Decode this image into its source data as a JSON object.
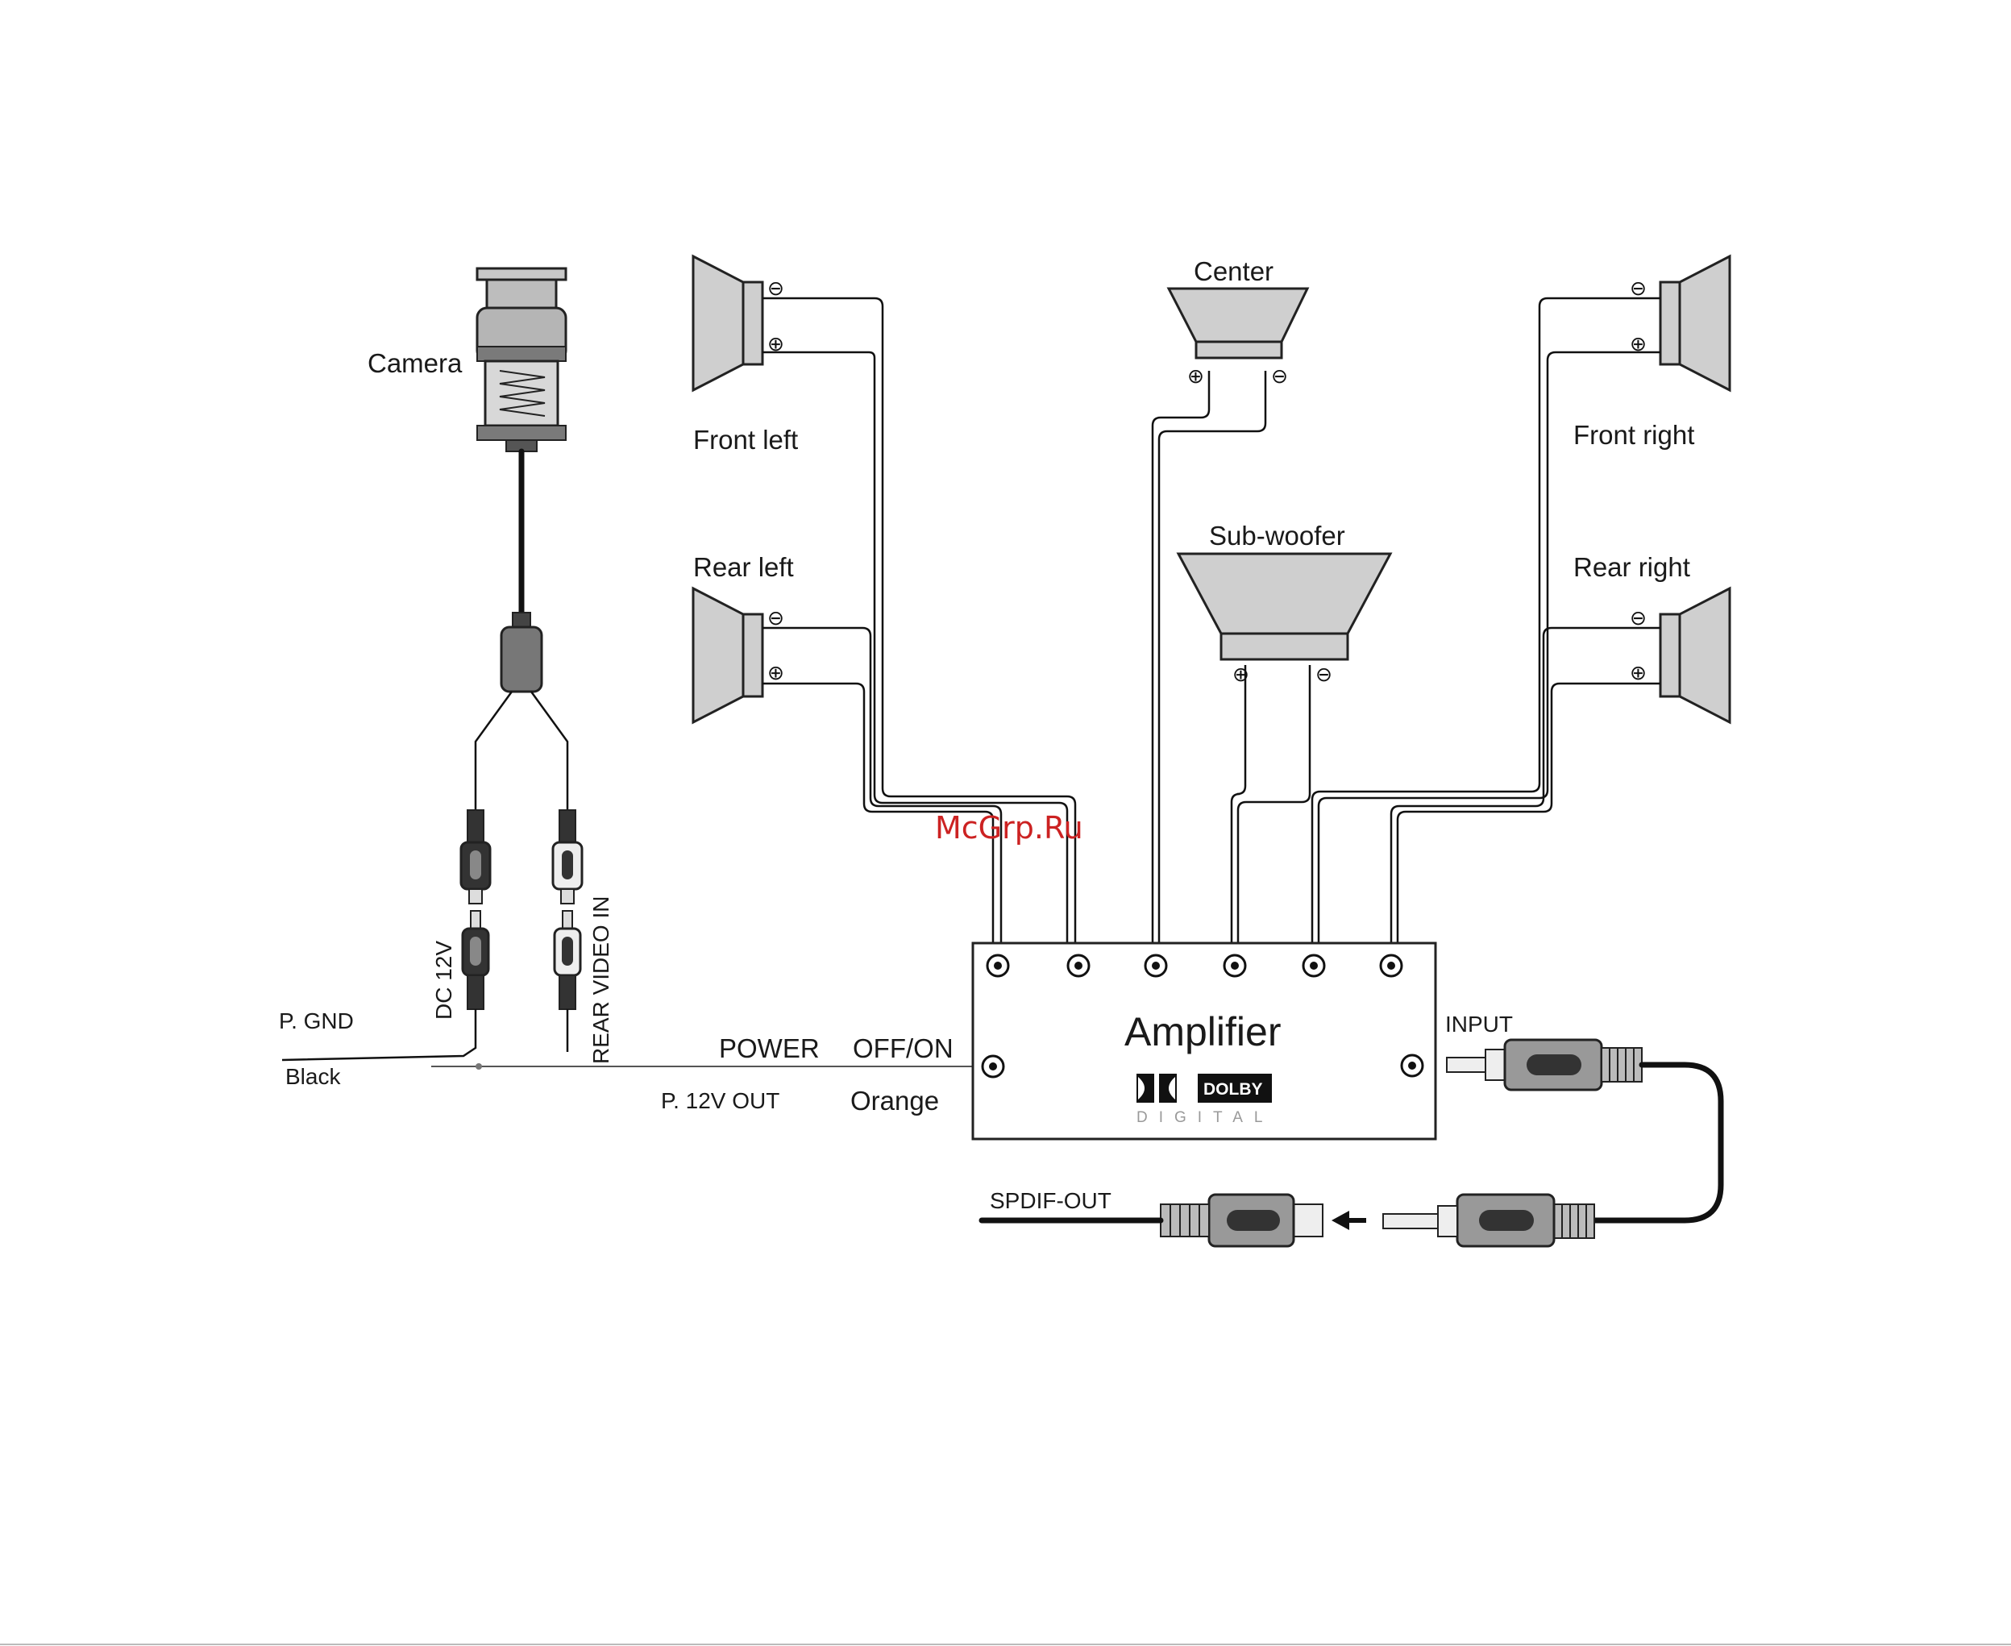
{
  "labels": {
    "camera": "Camera",
    "front_left": "Front  left",
    "rear_left": "Rear  left",
    "center": "Center",
    "sub_woofer": "Sub-woofer",
    "front_right": "Front  right",
    "rear_right": "Rear  right",
    "amplifier": "Amplifier",
    "dolby": "DOLBY",
    "digital": "DIGITAL",
    "input": "INPUT",
    "spdif_out": "SPDIF-OUT",
    "power": "POWER",
    "off_on": "OFF/ON",
    "p12v_out": "P. 12V  OUT",
    "orange": "Orange",
    "p_gnd": "P. GND",
    "black": "Black",
    "dc12v": "DC  12V",
    "rear_video_in": "REAR VIDEO IN",
    "watermark": "McGrp.Ru"
  },
  "polarity": {
    "minus": "⊖",
    "plus": "⊕"
  },
  "colors": {
    "speaker_fill": "#cfcfcf",
    "watermark": "#cc2222",
    "line": "#111111"
  }
}
